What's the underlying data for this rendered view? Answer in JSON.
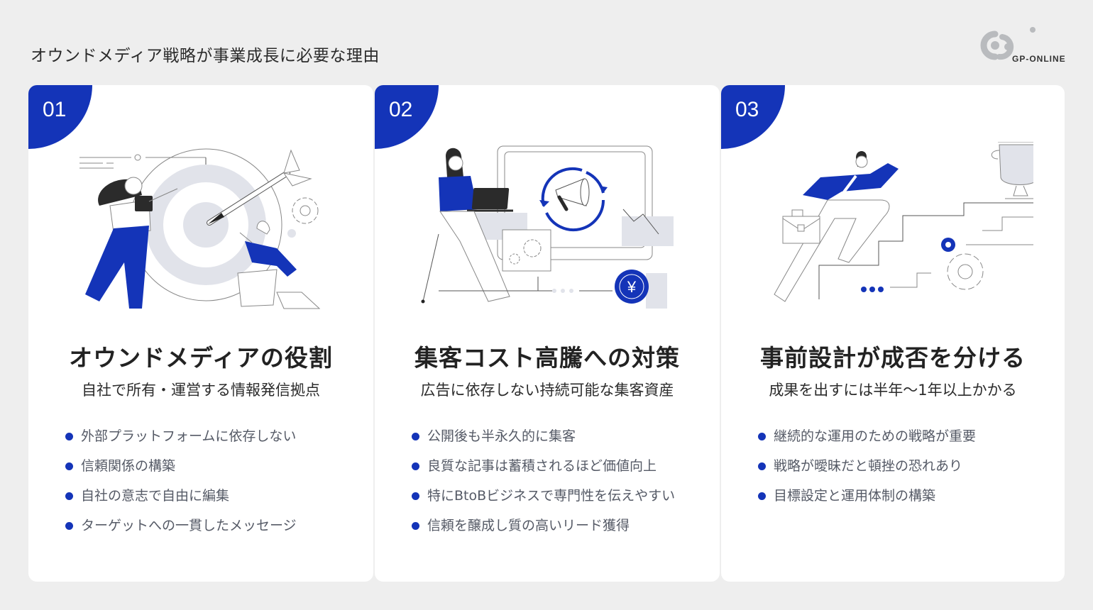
{
  "page": {
    "title": "オウンドメディア戦略が事業成長に必要な理由",
    "brand": "GP-ONLINE"
  },
  "colors": {
    "accent": "#1434b8",
    "background": "#eeeeee",
    "card": "#ffffff",
    "illustration_gray": "#e1e3ea",
    "bullet_text": "#555a66"
  },
  "cards": [
    {
      "number": "01",
      "title": "オウンドメディアの役割",
      "subtitle": "自社で所有・運営する情報発信拠点",
      "illustration": "target-dart-people-illustration",
      "bullets": [
        "外部プラットフォームに依存しない",
        "信頼関係の構築",
        "自社の意志で自由に編集",
        "ターゲットへの一貫したメッセージ"
      ]
    },
    {
      "number": "02",
      "title": "集客コスト高騰への対策",
      "subtitle": "広告に依存しない持続可能な集客資産",
      "illustration": "laptop-megaphone-yen-illustration",
      "yen_symbol": "¥",
      "bullets": [
        "公開後も半永久的に集客",
        "良質な記事は蓄積されるほど価値向上",
        "特にBtoBビジネスで専門性を伝えやすい",
        "信頼を醸成し質の高いリード獲得"
      ]
    },
    {
      "number": "03",
      "title": "事前設計が成否を分ける",
      "subtitle": "成果を出すには半年〜1年以上かかる",
      "illustration": "stairs-trophy-businessman-illustration",
      "bullets": [
        "継続的な運用のための戦略が重要",
        "戦略が曖昧だと頓挫の恐れあり",
        "目標設定と運用体制の構築"
      ]
    }
  ]
}
